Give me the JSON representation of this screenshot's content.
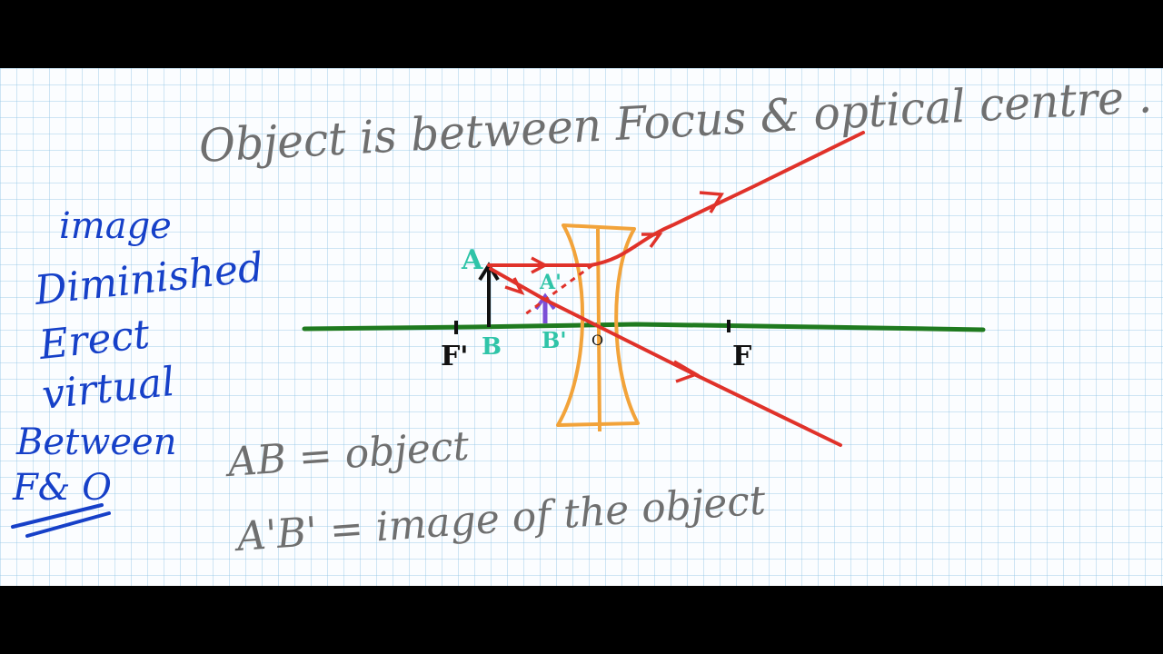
{
  "title": "Object is between Focus & optical centre .",
  "side_notes": {
    "lines": [
      "image",
      "Diminished",
      "Erect",
      "virtual",
      "Between",
      "F& O"
    ]
  },
  "labels": {
    "A": "A",
    "B": "B",
    "A_prime": "A'",
    "B_prime": "B'",
    "F_left": "F'",
    "F_right": "F",
    "O": "O"
  },
  "legend": {
    "line1": "AB = object",
    "line2": "A'B' = image of the object"
  },
  "colors": {
    "title_ink": "#6f6f6f",
    "notes_ink": "#1640c8",
    "label_ink": "#2fc4a8",
    "axis": "#1f7a1f",
    "lens": "#f2a33a",
    "ray": "#e0322a",
    "object": "#111111",
    "image_arrow": "#7b4fd6"
  }
}
